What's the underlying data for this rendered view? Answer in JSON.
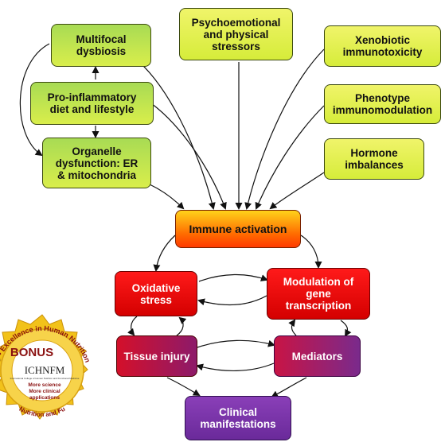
{
  "nodes": {
    "multifocal_dysbiosis": "Multifocal\ndysbiosis",
    "psychoemotional": "Psychoemotional\nand physical\nstressors",
    "xenobiotic": "Xenobiotic\nimmunotoxicity",
    "proinflammatory": "Pro-inflammatory\ndiet and lifestyle",
    "phenotype": "Phenotype\nimmunomodulation",
    "organelle": "Organelle\ndysfunction: ER\n& mitochondria",
    "hormone": "Hormone\nimbalances",
    "immune_activation": "Immune activation",
    "oxidative_stress": "Oxidative\nstress",
    "modulation": "Modulation of\ngene\ntranscription",
    "tissue_injury": "Tissue injury",
    "mediators": "Mediators",
    "clinical": "Clinical\nmanifestations"
  },
  "badge": {
    "arc_top": "G • Excellence in Human Nutrition",
    "bonus": "BONUS",
    "org": "ICHNFM",
    "org_sub": "International College of Human Nutrition and Functional Medicine",
    "line1": "More science",
    "line2": "More clinical",
    "line3": "applications",
    "arc_bottom": "Nutrition and Fu"
  },
  "colors": {
    "green": "#c6e33a",
    "immune": "#ff6a00",
    "red": "#e00000",
    "purple": "#7a2a8c",
    "badge_gold": "#f2c21a"
  }
}
